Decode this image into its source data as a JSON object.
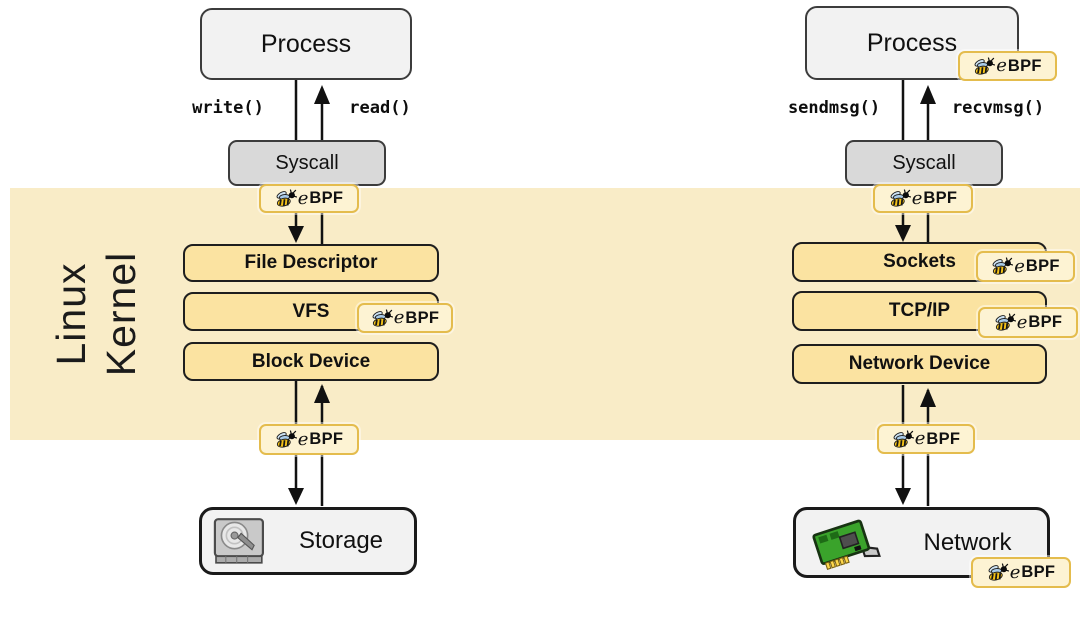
{
  "diagram": {
    "kernel_band": {
      "line1": "Linux",
      "line2": "Kernel"
    },
    "ebpf": {
      "e": "e",
      "bpf": "BPF"
    },
    "io_column": {
      "process": "Process",
      "write_call": "write()",
      "read_call": "read()",
      "syscall": "Syscall",
      "layers": [
        "File Descriptor",
        "VFS",
        "Block Device"
      ],
      "endpoint": "Storage"
    },
    "network_column": {
      "process": "Process",
      "write_call": "sendmsg()",
      "read_call": "recvmsg()",
      "syscall": "Syscall",
      "layers": [
        "Sockets",
        "TCP/IP",
        "Network Device"
      ],
      "endpoint": "Network"
    },
    "icons": {
      "badge": "bee-icon",
      "storage": "hard-disk-icon",
      "network": "network-card-icon"
    },
    "colors": {
      "kernel_band": "#f9ecc7",
      "layer_box": "#fbe3a1",
      "badge_fill": "#fdf3d3",
      "badge_border": "#e4bc4d",
      "process_box": "#f2f2f2",
      "syscall_box": "#d9d9d9",
      "arrow": "#111111"
    }
  }
}
